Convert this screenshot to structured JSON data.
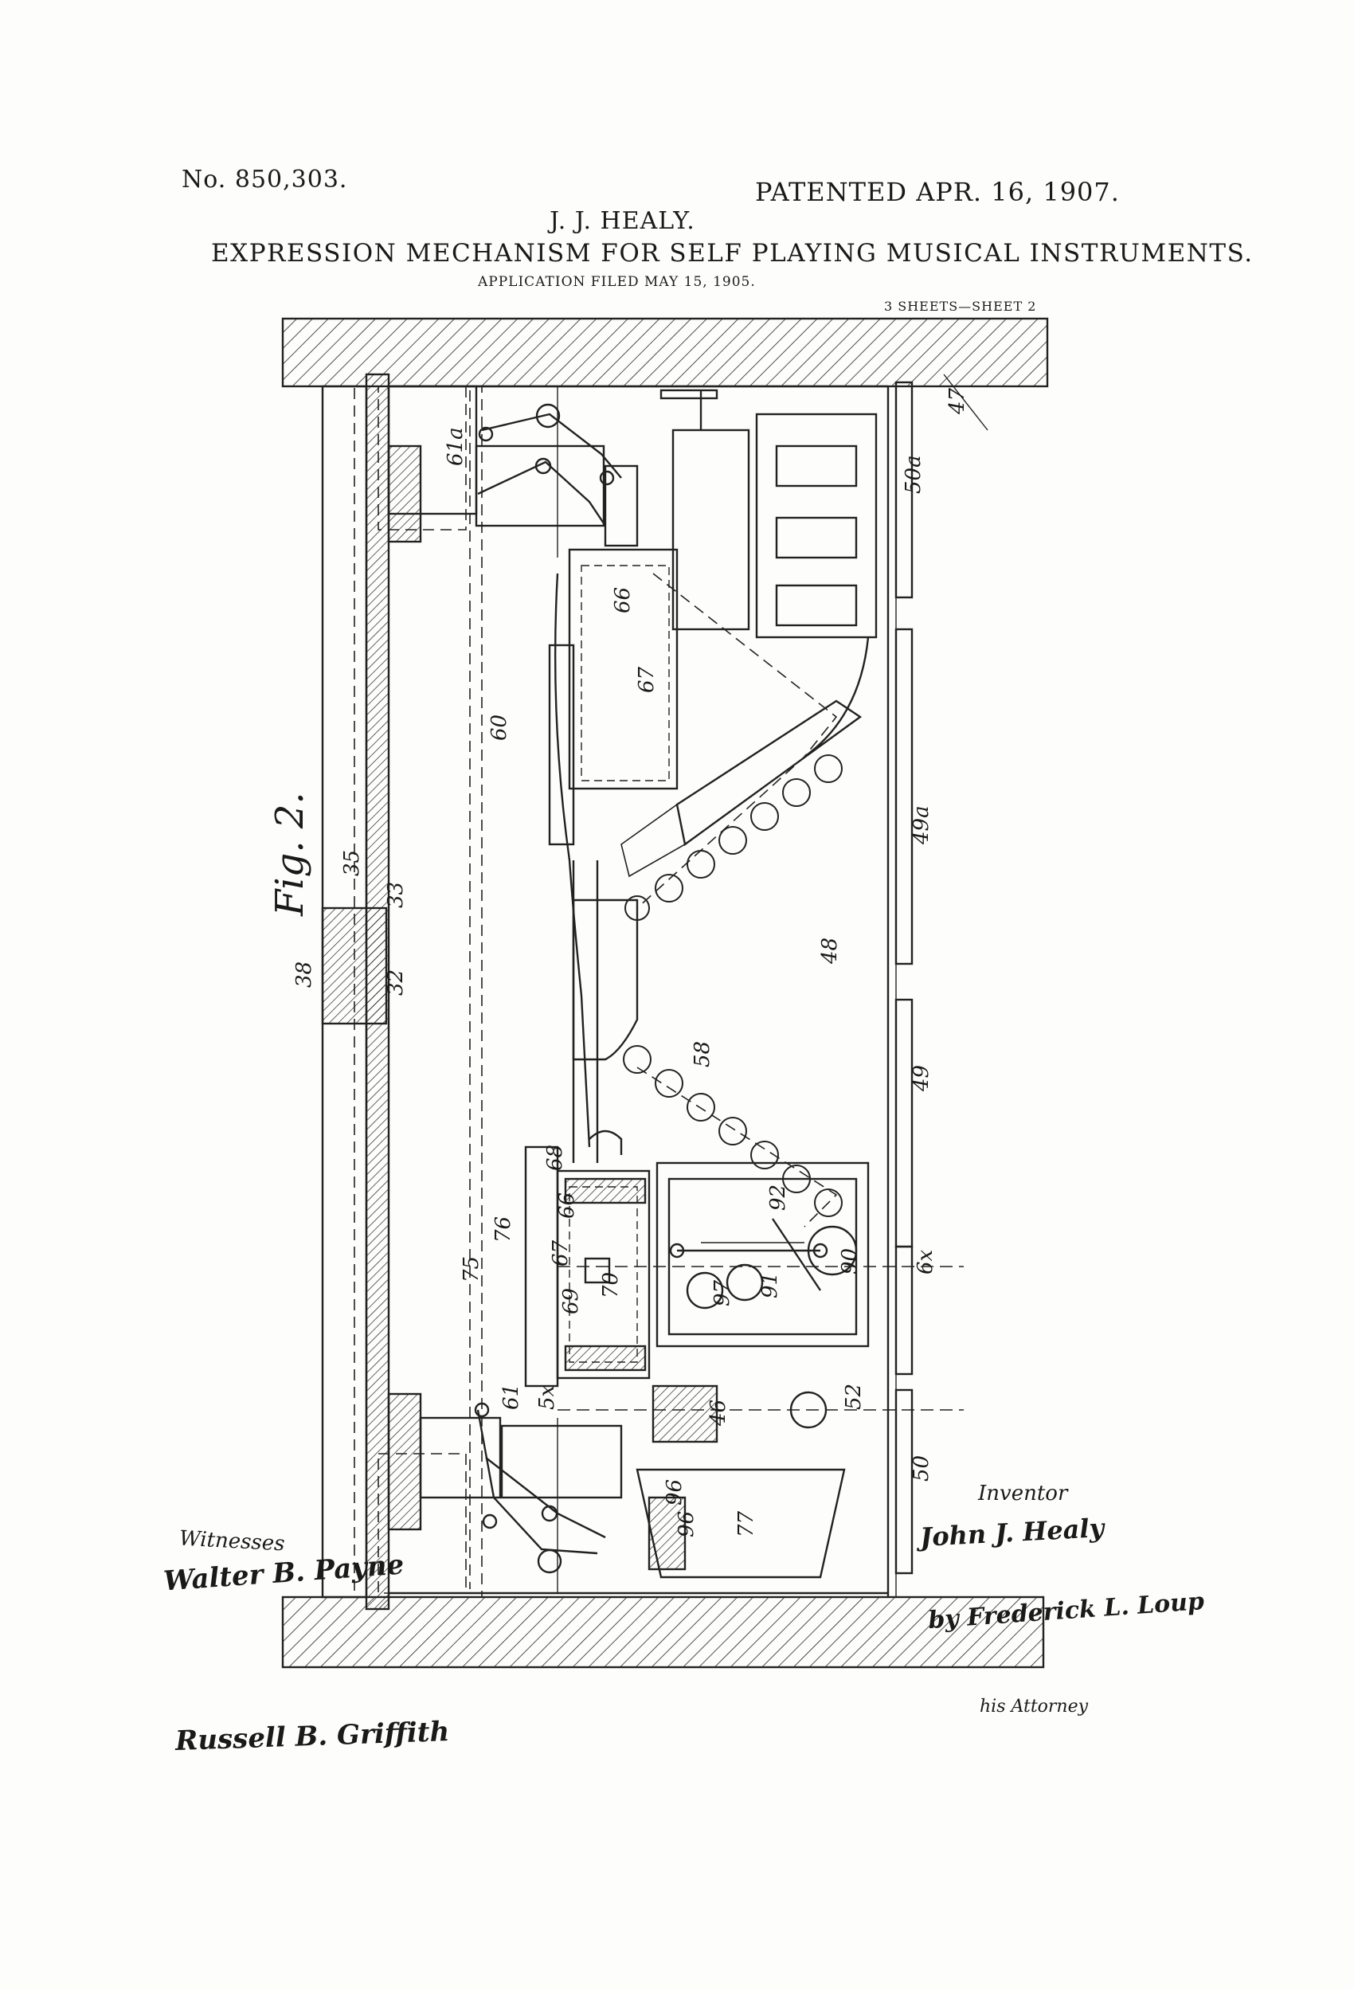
{
  "header": {
    "patent_number": "No. 850,303.",
    "patented": "PATENTED APR. 16, 1907.",
    "inventor": "J. J. HEALY.",
    "title": "EXPRESSION MECHANISM FOR SELF PLAYING MUSICAL INSTRUMENTS.",
    "application": "APPLICATION FILED MAY 15, 1905.",
    "sheets": "3 SHEETS—SHEET 2"
  },
  "figure": {
    "caption": "Fig. 2.",
    "reference_numerals": [
      "61a",
      "47",
      "50a",
      "66",
      "67",
      "60",
      "49a",
      "35",
      "33",
      "38",
      "32",
      "48",
      "58",
      "49",
      "68",
      "76",
      "66",
      "75",
      "67",
      "69",
      "70",
      "97",
      "96",
      "91",
      "90",
      "92",
      "6x",
      "61",
      "5x",
      "46",
      "52",
      "50",
      "77",
      "96"
    ]
  },
  "signatures": {
    "witnesses_label": "Witnesses",
    "witness_1": "Walter B. Payne",
    "witness_2": "Russell B. Griffith",
    "inventor_label": "Inventor",
    "inventor_signature": "John J. Healy",
    "attorney_signature": "by Frederick L. Loup",
    "attorney_label": "his Attorney"
  }
}
